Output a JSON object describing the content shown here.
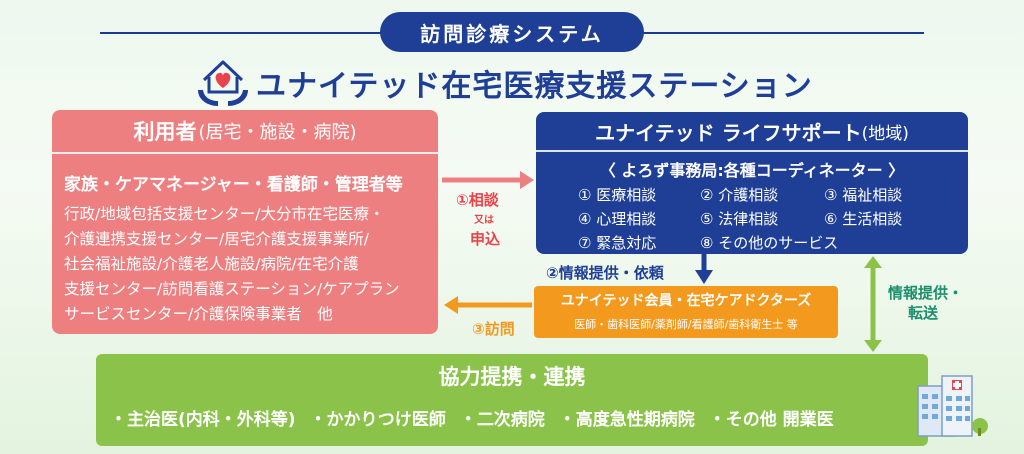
{
  "header": {
    "badge": "訪問診療システム",
    "title": "ユナイテッド在宅医療支援ステーション"
  },
  "user": {
    "title": "利用者",
    "title_sub": "(居宅・施設・病院)",
    "subtitle": "家族・ケアマネージャー・看護師・管理者等",
    "body": "行政/地域包括支援センター/大分市在宅医療・\n介護連携支援センター/居宅介護支援事業所/\n社会福祉施設/介護老人施設/病院/在宅介護\n支援センター/訪問看護ステーション/ケアプラン\nサービスセンター/介護保険事業者　他"
  },
  "support": {
    "title": "ユナイテッド ライフサポート",
    "title_sub": "(地域)",
    "subtitle": "〈 よろず事務局:各種コーディネーター 〉",
    "services": [
      "① 医療相談",
      "② 介護相談",
      "③ 福祉相談",
      "④ 心理相談",
      "⑤ 法律相談",
      "⑥ 生活相談",
      "⑦ 緊急対応",
      "⑧ その他のサービス"
    ]
  },
  "members": {
    "title": "ユナイテッド会員・在宅ケアドクターズ",
    "subtitle": "医師・歯科医師/薬剤師/看護師/歯科衛生士 等"
  },
  "flows": {
    "consult_1": "①相談",
    "consult_or": "又は",
    "consult_2": "申込",
    "info": "②情報提供・依頼",
    "visit": "③訪問",
    "transfer_1": "情報提供・",
    "transfer_2": "転送"
  },
  "coop": {
    "title": "協力提携・連携",
    "items": [
      "・主治医(内科・外科等)",
      "・かかりつけ医師",
      "・二次病院",
      "・高度急性期病院",
      "・その他 開業医"
    ]
  },
  "colors": {
    "navy": "#1f3f96",
    "salmon": "#ee7f80",
    "orange": "#f39a1e",
    "green": "#8bc34a",
    "red": "#e9444b"
  }
}
